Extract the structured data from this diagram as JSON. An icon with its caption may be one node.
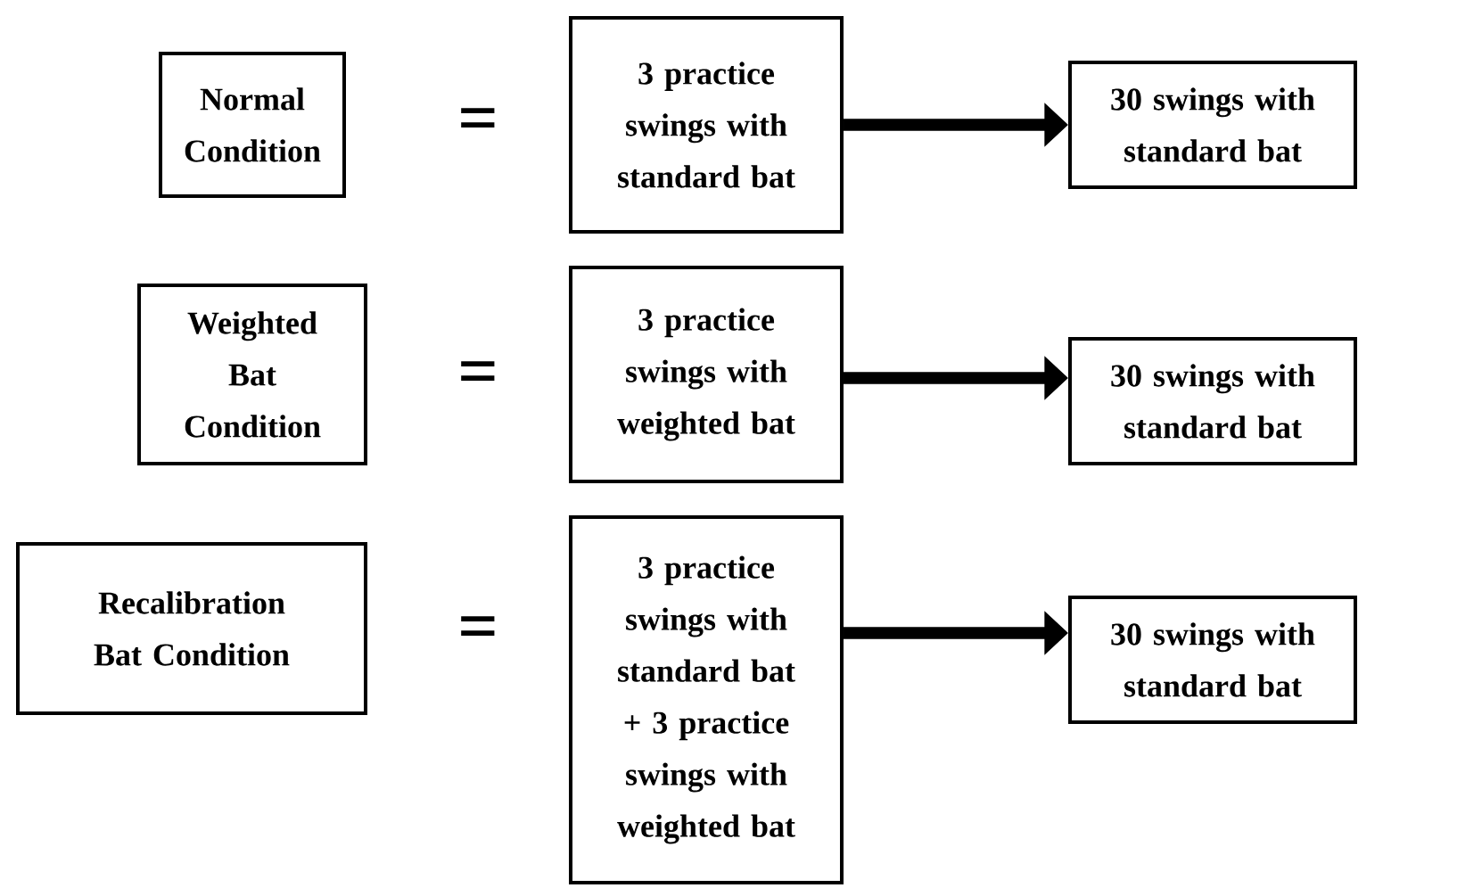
{
  "diagram": {
    "nodes": [
      {
        "text": [
          "Normal Condition"
        ]
      },
      {
        "text": [
          "3 practice swings with standard bat"
        ]
      },
      {
        "text": [
          "30 swings with standard bat"
        ]
      },
      {
        "text": [
          "Weighted Bat Condition"
        ]
      },
      {
        "text": [
          "3 practice swings with weighted bat"
        ]
      },
      {
        "text": [
          "30 swings with standard bat"
        ]
      },
      {
        "text": [
          "Recalibration Bat Condition"
        ]
      },
      {
        "text": [
          "3 practice swings with standard bat + 3 practice swings with weighted bat"
        ]
      },
      {
        "text": [
          "30 swings with standard bat"
        ]
      }
    ],
    "edges": [
      {
        "from": 1,
        "to": 2,
        "arrow": "to"
      },
      {
        "from": 4,
        "to": 5,
        "arrow": "to"
      },
      {
        "from": 7,
        "to": 8,
        "arrow": "to"
      }
    ],
    "labels": [
      "=",
      "=",
      "="
    ]
  }
}
